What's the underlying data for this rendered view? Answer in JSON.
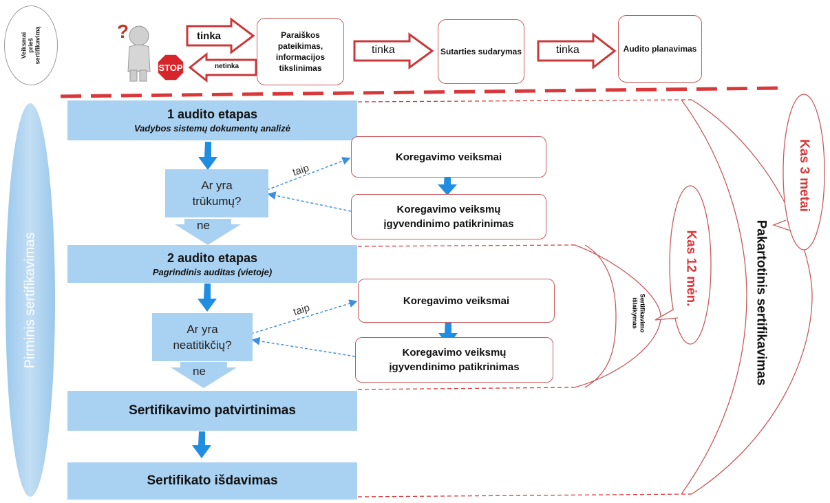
{
  "header": {
    "side_label": "Veiksmai\nprieš\nsertifikavimą",
    "arrow_tinka_1": "tinka",
    "arrow_netinka": "netinka",
    "stop_text": "STOP",
    "question_mark": "?",
    "box_application": "Paraiškos pateikimas, informacijos tikslinimas",
    "arrow_tinka_2": "tinka",
    "box_contract": "Sutarties sudarymas",
    "arrow_tinka_3": "tinka",
    "box_planning": "Audito planavimas"
  },
  "left_label": "Pirminis sertifikavimas",
  "stage1": {
    "title": "1 audito etapas",
    "subtitle": "Vadybos sistemų dokumentų analizė",
    "question": "Ar yra trūkumų?",
    "yes_label": "taip",
    "no_label": "ne",
    "corrective": "Koregavimo veiksmai",
    "verification": "Koregavimo veiksmų įgyvendinimo patikrinimas"
  },
  "stage2": {
    "title": "2 audito etapas",
    "subtitle": "Pagrindinis auditas (vietoje)",
    "question": "Ar yra neatitikčių?",
    "yes_label": "taip",
    "no_label": "ne",
    "corrective": "Koregavimo veiksmai",
    "verification": "Koregavimo veiksmų įgyvendinimo patikrinimas"
  },
  "approval": "Sertifikavimo patvirtinimas",
  "issuance": "Sertifikato išdavimas",
  "right": {
    "maintenance_label": "Sertifikavimo\nišlaikymas",
    "every_12_months": "Kas 12 mėn.",
    "recertification": "Pakartotinis sertifikavimas",
    "every_3_years": "Kas 3 metai"
  },
  "colors": {
    "accent_red": "#d9383a",
    "box_border": "#c9595c",
    "blue_fill": "#a9d1f1",
    "arrow_blue": "#1f8ee0",
    "dashed_blue": "#3c8fdd"
  }
}
